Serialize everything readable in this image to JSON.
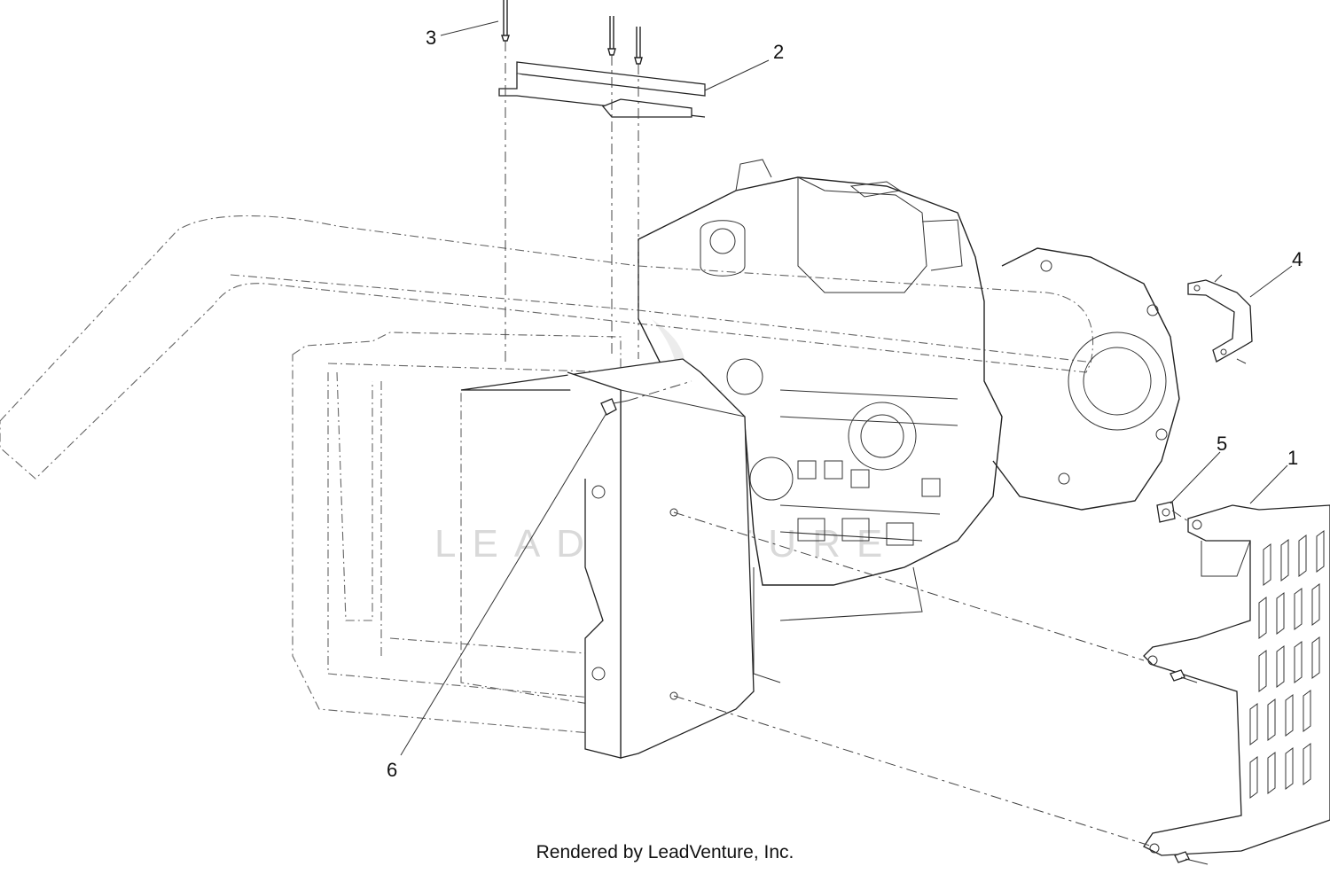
{
  "callouts": [
    {
      "id": "1",
      "label": "1"
    },
    {
      "id": "2",
      "label": "2"
    },
    {
      "id": "3",
      "label": "3"
    },
    {
      "id": "4",
      "label": "4"
    },
    {
      "id": "5",
      "label": "5"
    },
    {
      "id": "6",
      "label": "6"
    }
  ],
  "footer": {
    "text": "Rendered by LeadVenture, Inc."
  },
  "watermark": {
    "text": "LEADVENTURE"
  }
}
